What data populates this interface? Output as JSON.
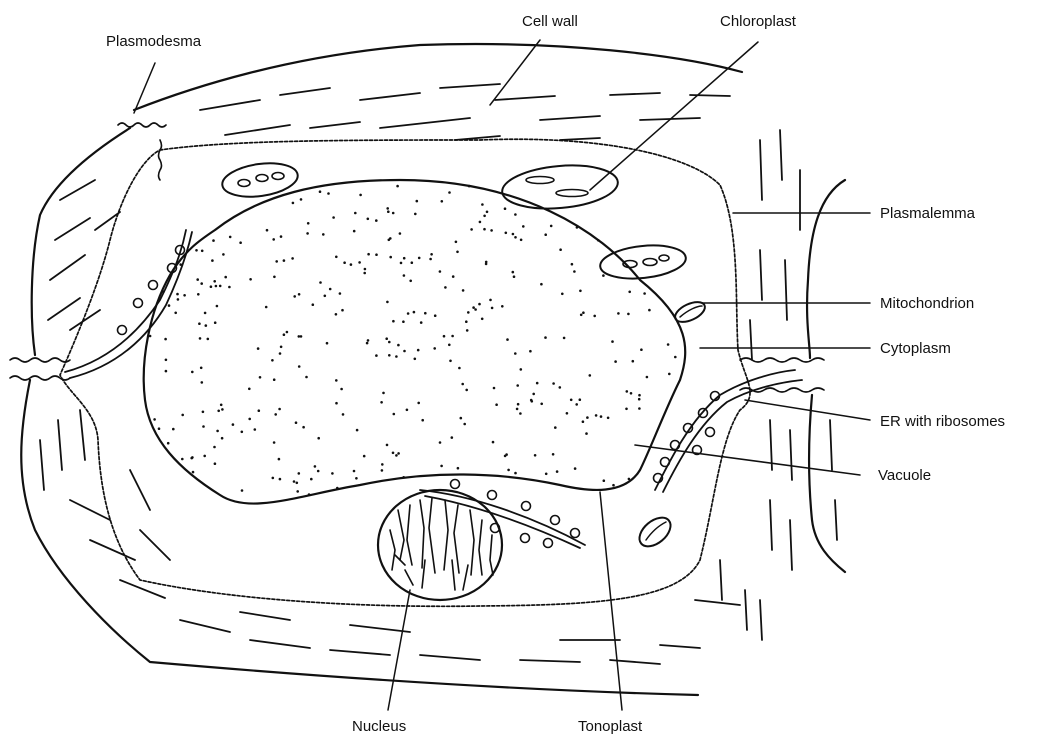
{
  "labels": {
    "plasmodesma": "Plasmodesma",
    "cell_wall": "Cell wall",
    "chloroplast": "Chloroplast",
    "plasmalemma": "Plasmalemma",
    "mitochondrion": "Mitochondrion",
    "cytoplasm": "Cytoplasm",
    "er_with_ribosomes": "ER with ribosomes",
    "vacuole": "Vacuole",
    "nucleus": "Nucleus",
    "tonoplast": "Tonoplast"
  },
  "colors": {
    "ink": "#111111",
    "background": "#ffffff"
  }
}
